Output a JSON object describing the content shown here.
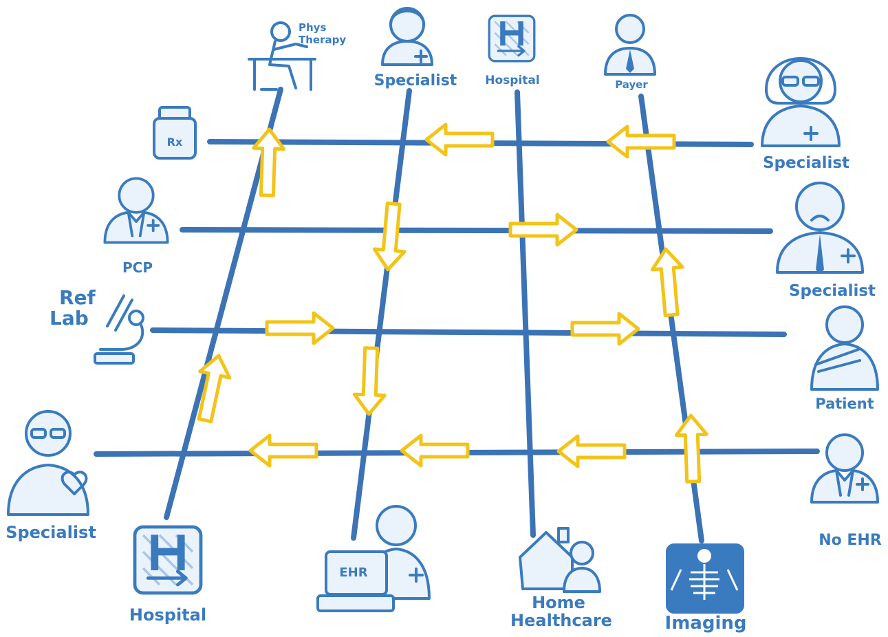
{
  "colors": {
    "grid": "#3b73b5",
    "icon": "#3a7bbf",
    "arrow_outline": "#f2c418"
  },
  "nodes": {
    "phys_therapy": {
      "line1": "Phys",
      "line2": "Therapy",
      "icon": "physical-therapy-icon"
    },
    "specialist_top": {
      "label": "Specialist",
      "icon": "doctor-female-icon"
    },
    "hospital_top": {
      "label": "Hospital",
      "icon": "hospital-sign-icon"
    },
    "payer": {
      "label": "Payer",
      "icon": "payer-icon"
    },
    "rx": {
      "label": "Rx",
      "icon": "pill-bottle-icon"
    },
    "pcp": {
      "label": "PCP",
      "icon": "doctor-icon"
    },
    "ref_lab": {
      "line1": "Ref",
      "line2": "Lab",
      "icon": "microscope-icon"
    },
    "specialist_left": {
      "label": "Specialist",
      "icon": "doctor-glasses-heart-icon"
    },
    "hospital_bottom": {
      "label": "Hospital",
      "icon": "hospital-sign-icon"
    },
    "ehr": {
      "label": "EHR",
      "icon": "computer-doctor-icon"
    },
    "home_healthcare": {
      "line1": "Home",
      "line2": "Healthcare",
      "icon": "house-nurse-icon"
    },
    "imaging": {
      "label": "Imaging",
      "icon": "xray-icon"
    },
    "specialist_right1": {
      "label": "Specialist",
      "icon": "doctor-female-glasses-icon"
    },
    "specialist_right2": {
      "label": "Specialist",
      "icon": "doctor-mustache-icon"
    },
    "patient": {
      "label": "Patient",
      "icon": "patient-sling-icon"
    },
    "no_ehr": {
      "label": "No EHR",
      "icon": "doctor-icon"
    }
  }
}
